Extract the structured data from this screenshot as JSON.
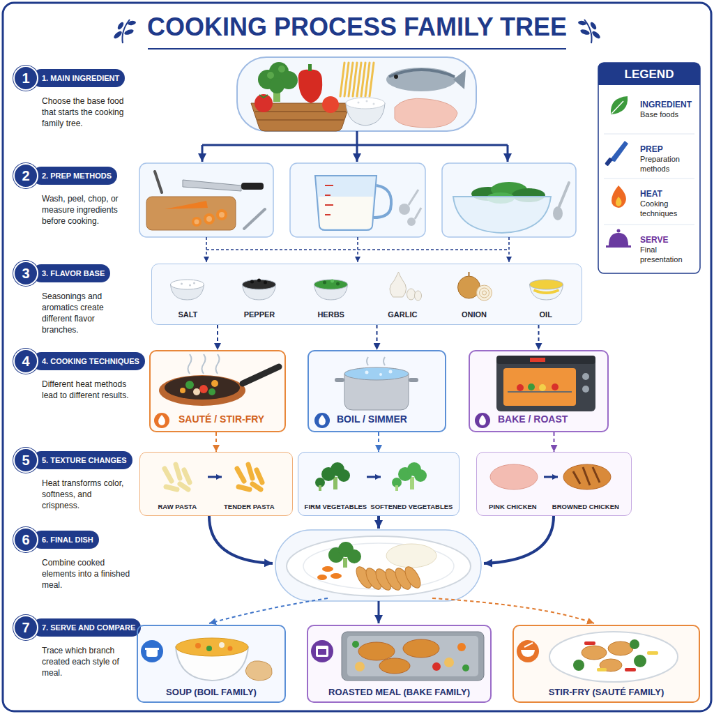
{
  "diagram": {
    "title": "COOKING PROCESS FAMILY TREE",
    "nodes": [
      {
        "text": [
          "1"
        ]
      },
      {
        "text": [
          "1. MAIN INGREDIENT",
          "Choose the base food that starts the cooking family tree."
        ]
      },
      {
        "text": [
          "2"
        ]
      },
      {
        "text": [
          "2. PREP METHODS",
          "Wash, peel, chop, or measure ingredients before cooking."
        ]
      },
      {
        "text": [
          "3"
        ]
      },
      {
        "text": [
          "3. FLAVOR BASE",
          "Seasonings and aromatics create different flavor branches."
        ]
      },
      {
        "text": [
          "4"
        ]
      },
      {
        "text": [
          "4. COOKING TECHNIQUES",
          "Different heat methods lead to different results."
        ]
      },
      {
        "text": [
          "5"
        ]
      },
      {
        "text": [
          "5. TEXTURE CHANGES",
          "Heat transforms color, softness, and crispness."
        ]
      },
      {
        "text": [
          "6"
        ]
      },
      {
        "text": [
          "6. FINAL DISH",
          "Combine cooked elements into a finished meal."
        ]
      },
      {
        "text": [
          "7"
        ]
      },
      {
        "text": [
          "7. SERVE AND COMPARE",
          "Trace which branch created each style of meal."
        ]
      },
      {
        "text": [
          "SALT",
          "PEPPER",
          "HERBS",
          "GARLIC",
          "ONION",
          "OIL"
        ]
      },
      {
        "text": [
          "SAUTÉ / STIR-FRY"
        ]
      },
      {
        "text": [
          "BOIL / SIMMER"
        ]
      },
      {
        "text": [
          "BAKE / ROAST"
        ]
      },
      {
        "text": [
          "RAW PASTA",
          "TENDER PASTA"
        ]
      },
      {
        "text": [
          "FIRM VEGETABLES",
          "SOFTENED VEGETABLES"
        ]
      },
      {
        "text": [
          "PINK CHICKEN",
          "BROWNED CHICKEN"
        ]
      },
      {
        "text": [
          "SOUP (BOIL FAMILY)"
        ]
      },
      {
        "text": [
          "ROASTED MEAL (BAKE FAMILY)"
        ]
      },
      {
        "text": [
          "STIR-FRY (SAUTÉ FAMILY)"
        ]
      }
    ],
    "edges": [
      {
        "from": 14,
        "to": 15,
        "arrow": "to"
      },
      {
        "from": 14,
        "to": 16,
        "arrow": "to"
      },
      {
        "from": 14,
        "to": 17,
        "arrow": "to"
      },
      {
        "from": 15,
        "to": 18,
        "arrow": "to"
      },
      {
        "from": 16,
        "to": 19,
        "arrow": "to"
      },
      {
        "from": 17,
        "to": 20,
        "arrow": "to"
      }
    ],
    "labels": [
      "LEGEND",
      "Base foods",
      "Preparation methods",
      "Cooking techniques",
      "Final presentation"
    ],
    "legend": [
      {
        "text": "INGREDIENT"
      },
      {
        "text": "PREP"
      },
      {
        "text": "HEAT"
      },
      {
        "text": "SERVE"
      }
    ]
  }
}
